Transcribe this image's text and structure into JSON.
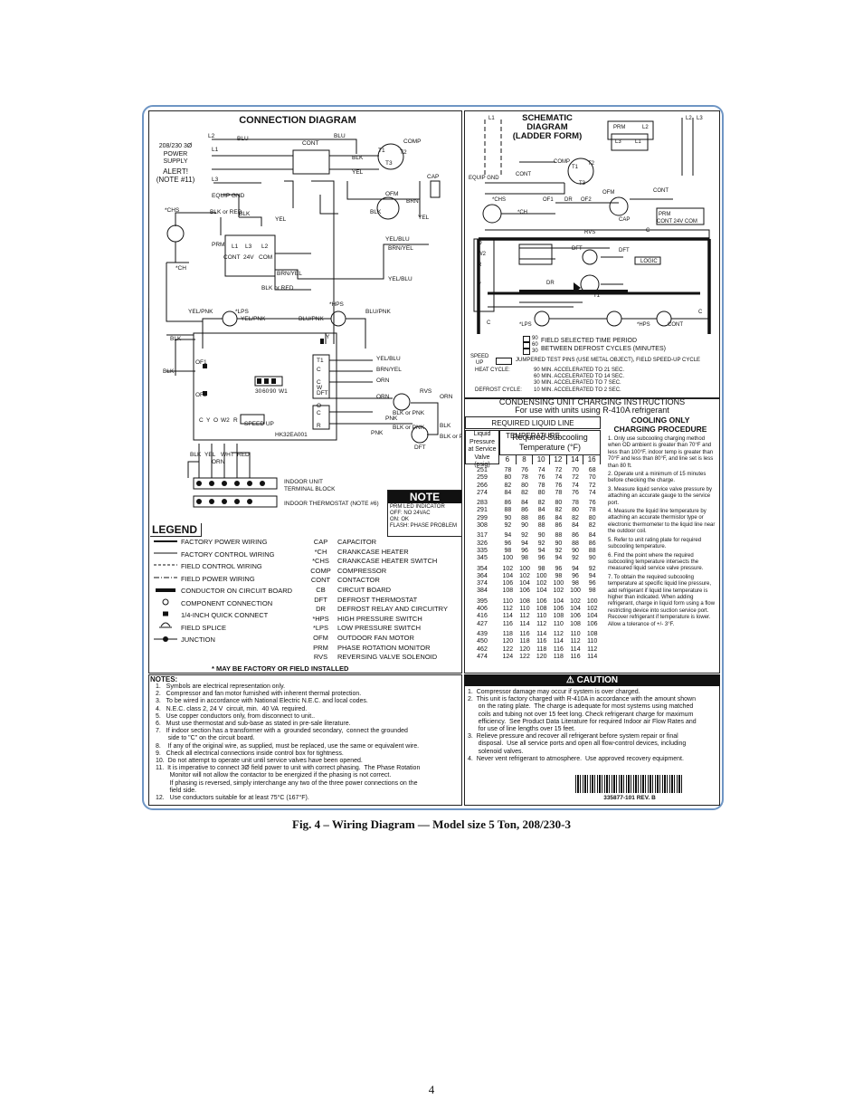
{
  "connection": {
    "title": "CONNECTION  DIAGRAM",
    "power_supply": "208/230 3Ø\nPOWER\nSUPPLY",
    "alert": "ALERT!\n(NOTE #11)",
    "labels": [
      "L2",
      "L1",
      "L3",
      "BLU",
      "CONT",
      "BLU",
      "COMP",
      "T1",
      "T2",
      "T3",
      "BLK",
      "YEL",
      "EQUIP GND",
      "CAP",
      "OFM",
      "BRN",
      "YEL",
      "*CHS",
      "BLK or RED",
      "BLK",
      "YEL",
      "BLK",
      "PRM",
      "L1",
      "L3",
      "L2",
      "CONT",
      "24V",
      "COM",
      "*CH",
      "BRN/YEL",
      "YEL/BLU",
      "BRN/YEL",
      "BLK or RED",
      "YEL/BLU",
      "YEL/PNK",
      "*LPS",
      "YEL/PNK",
      "BLU/PNK",
      "*HPS",
      "BLU/PNK",
      "BLK",
      "BLK",
      "OF1",
      "OF2",
      "YEL/BLU",
      "BRN/YEL",
      "ORN",
      "ORN",
      "RVS",
      "ORN",
      "BLK or PNK",
      "BLK",
      "PNK",
      "PNK",
      "BLK or PNK",
      "BLK or PNK",
      "DFT",
      "30",
      "60",
      "90",
      "W1",
      "SPEED UP",
      "HK32EA001",
      "C",
      "Y",
      "O",
      "W2",
      "R",
      "BLK",
      "YEL",
      "WHT",
      "ORN",
      "RED",
      "INDOOR UNIT\nTERMINAL BLOCK",
      "INDOOR THERMOSTAT (NOTE #6)",
      "Y",
      "T1",
      "C",
      "C",
      "DFT",
      "C",
      "R",
      "O",
      "W"
    ]
  },
  "note_box": {
    "head": "NOTE",
    "lines": [
      "PRM LED INDICATOR",
      "OFF:      NO 24VAC",
      "ON:        OK",
      "FLASH:  PHASE PROBLEM"
    ]
  },
  "legend": {
    "title": "LEGEND",
    "symbols": [
      "FACTORY POWER WIRING",
      "FACTORY CONTROL WIRING",
      "FIELD CONTROL WIRING",
      "FIELD POWER WIRING",
      "CONDUCTOR ON CIRCUIT BOARD",
      "COMPONENT CONNECTION",
      "1/4-INCH QUICK CONNECT",
      "FIELD SPLICE",
      "JUNCTION"
    ],
    "abbr": [
      [
        "CAP",
        "CAPACITOR"
      ],
      [
        "*CH",
        "CRANKCASE HEATER"
      ],
      [
        "*CHS",
        "CRANKCASE HEATER SWITCH"
      ],
      [
        "COMP",
        "COMPRESSOR"
      ],
      [
        "CONT",
        "CONTACTOR"
      ],
      [
        "CB",
        "CIRCUIT BOARD"
      ],
      [
        "DFT",
        "DEFROST THERMOSTAT"
      ],
      [
        "DR",
        "DEFROST RELAY AND CIRCUITRY"
      ],
      [
        "*HPS",
        "HIGH PRESSURE SWITCH"
      ],
      [
        "*LPS",
        "LOW PRESSURE SWITCH"
      ],
      [
        "OFM",
        "OUTDOOR FAN MOTOR"
      ],
      [
        "PRM",
        "PHASE ROTATION MONITOR"
      ],
      [
        "RVS",
        "REVERSING VALVE SOLENOID"
      ]
    ],
    "footnote": "* MAY BE FACTORY OR FIELD INSTALLED"
  },
  "schematic": {
    "title": "SCHEMATIC DIAGRAM\n(LADDER FORM)",
    "labels": [
      "L1",
      "L2",
      "L3",
      "PRM",
      "L2",
      "L3",
      "L1",
      "COMP",
      "T1",
      "T2",
      "T3",
      "EQUIP GND",
      "CONT",
      "*CHS",
      "*CH",
      "OF1",
      "DR",
      "OF2",
      "OFM",
      "CONT",
      "CAP",
      "PRM",
      "CONT 24V COM",
      "RVS",
      "DFT",
      "DFT",
      "LOGIC",
      "C",
      "O",
      "W2",
      "R",
      "Y",
      "DR",
      "T1",
      "*LPS",
      "*HPS",
      "CONT",
      "C",
      "C"
    ],
    "time_select": [
      "90",
      "60",
      "30"
    ],
    "time_note": "FIELD SELECTED TIME PERIOD\nBETWEEN DEFROST CYCLES (MINUTES)",
    "speed_label": "SPEED\nUP",
    "speed_note": "JUMPERED TEST PINS (USE METAL OBJECT), FIELD SPEED-UP CYCLE",
    "heat_cycle_label": "HEAT CYCLE:",
    "heat_cycle": [
      "90 MIN. ACCELERATED TO 21 SEC.",
      "60 MIN. ACCELERATED TO 14 SEC.",
      "30 MIN. ACCELERATED TO 7 SEC."
    ],
    "defrost_cycle_label": "DEFROST CYCLE:",
    "defrost_cycle": "10 MIN. ACCELERATED TO 2 SEC."
  },
  "charging": {
    "title": "CONDENSING UNIT CHARGING INSTRUCTIONS",
    "subtitle": "For use with units using R-410A refrigerant",
    "table_title": "REQUIRED LIQUID LINE TEMPERATURE",
    "col1_head": "Liquid\nPressure\nat Service\nValve (psig)",
    "sub_head": "Required Subcooling\nTemperature (°F)",
    "subcool_cols": [
      "6",
      "8",
      "10",
      "12",
      "14",
      "16"
    ],
    "rows": [
      [
        "251",
        "78",
        "76",
        "74",
        "72",
        "70",
        "68"
      ],
      [
        "259",
        "80",
        "78",
        "76",
        "74",
        "72",
        "70"
      ],
      [
        "266",
        "82",
        "80",
        "78",
        "76",
        "74",
        "72"
      ],
      [
        "274",
        "84",
        "82",
        "80",
        "78",
        "76",
        "74"
      ],
      [
        "283",
        "86",
        "84",
        "82",
        "80",
        "78",
        "76"
      ],
      [
        "291",
        "88",
        "86",
        "84",
        "82",
        "80",
        "78"
      ],
      [
        "299",
        "90",
        "88",
        "86",
        "84",
        "82",
        "80"
      ],
      [
        "308",
        "92",
        "90",
        "88",
        "86",
        "84",
        "82"
      ],
      [
        "317",
        "94",
        "92",
        "90",
        "88",
        "86",
        "84"
      ],
      [
        "326",
        "96",
        "94",
        "92",
        "90",
        "88",
        "86"
      ],
      [
        "335",
        "98",
        "96",
        "94",
        "92",
        "90",
        "88"
      ],
      [
        "345",
        "100",
        "98",
        "96",
        "94",
        "92",
        "90"
      ],
      [
        "354",
        "102",
        "100",
        "98",
        "96",
        "94",
        "92"
      ],
      [
        "364",
        "104",
        "102",
        "100",
        "98",
        "96",
        "94"
      ],
      [
        "374",
        "106",
        "104",
        "102",
        "100",
        "98",
        "96"
      ],
      [
        "384",
        "108",
        "106",
        "104",
        "102",
        "100",
        "98"
      ],
      [
        "395",
        "110",
        "108",
        "106",
        "104",
        "102",
        "100"
      ],
      [
        "406",
        "112",
        "110",
        "108",
        "106",
        "104",
        "102"
      ],
      [
        "416",
        "114",
        "112",
        "110",
        "108",
        "106",
        "104"
      ],
      [
        "427",
        "116",
        "114",
        "112",
        "110",
        "108",
        "106"
      ],
      [
        "439",
        "118",
        "116",
        "114",
        "112",
        "110",
        "108"
      ],
      [
        "450",
        "120",
        "118",
        "116",
        "114",
        "112",
        "110"
      ],
      [
        "462",
        "122",
        "120",
        "118",
        "116",
        "114",
        "112"
      ],
      [
        "474",
        "124",
        "122",
        "120",
        "118",
        "116",
        "114"
      ]
    ],
    "proc_title": "COOLING ONLY\nCHARGING PROCEDURE",
    "procedure": [
      "1.  Only use subcooling charging method when OD ambient is greater than 70°F and less than 100°F, indoor temp is greater than 70°F and less than 80°F, and line set is less than 80 ft.",
      "2.  Operate unit a minimum of 15 minutes before checking the charge.",
      "3.  Measure liquid service valve pressure by attaching an accurate gauge to the service port.",
      "4.  Measure the liquid line temperature by attaching an accurate thermistor type or electronic thermometer to the liquid line near the outdoor coil.",
      "5.  Refer to unit rating plate for required subcooling temperature.",
      "6.  Find the point where the required subcooling temperature intersects the measured liquid service valve pressure.",
      "7.  To obtain the required subcooling temperature at specific liquid line pressure, add refrigerant if liquid line temperature is higher than indicated. When adding refrigerant, charge in liquid form using a flow restricting device into suction service port. Recover refrigerant if temperature is lower. Allow a tolerance  of +/- 3°F."
    ]
  },
  "notes": {
    "title": "NOTES:",
    "items": [
      "1.   Symbols are electrical representation only.",
      "2.   Compressor and fan motor furnished with inherent thermal protection.",
      "3.   To be wired in accordance with National Electric N.E.C. and local codes.",
      "4.   N.E.C. class 2, 24 V  circuit, min.  40 VA  required.",
      "5.   Use copper conductors only, from disconnect to unit..",
      "6.   Must use thermostat and sub-base as stated in pre-sale literature.",
      "7.   If indoor section has a transformer with a  grounded secondary,  connect the grounded",
      "       side to \"C\" on the circuit board.",
      "8.    If any of the original wire, as supplied, must be replaced, use the same or equivalent wire.",
      "9.   Check all electrical connections inside control box for tightness.",
      "10.  Do not attempt to operate unit until service valves have been opened.",
      "11.  It is imperative to connect 3Ø field power to unit with correct phasing.  The Phase Rotation",
      "        Monitor will not allow the contactor to be energized if the phasing is not correct.",
      "        If phasing is reversed, simply interchange any two of the three power connections on the",
      "        field side.",
      "12.   Use conductors suitable for at least 75°C (167°F)."
    ]
  },
  "caution": {
    "title": "CAUTION",
    "items": [
      "1.  Compressor damage may occur if system is over charged.",
      "2.  This unit is factory charged with R-410A in accordance with the amount shown",
      "      on the rating plate.  The charge is adequate for most systems using matched",
      "      coils and tubing not over 15 feet long. Check refrigerant charge for maximum",
      "      efficiency.  See Product Data Literature for required Indoor air Flow Rates and",
      "      for use of line lengths over 15 feet.",
      "3.  Relieve pressure and recover all refrigerant before system repair or final",
      "      disposal.  Use all service ports and open all flow-control devices, including",
      "      solenoid valves.",
      "4.  Never vent refrigerant to atmosphere.  Use approved recovery equipment."
    ],
    "part_number": "335877-101 REV. B"
  },
  "caption": "Fig. 4 – Wiring Diagram — Model size 5 Ton, 208/230-3",
  "page_number": "4",
  "colors": {
    "frame": "#6e95c4",
    "ink": "#111111"
  }
}
